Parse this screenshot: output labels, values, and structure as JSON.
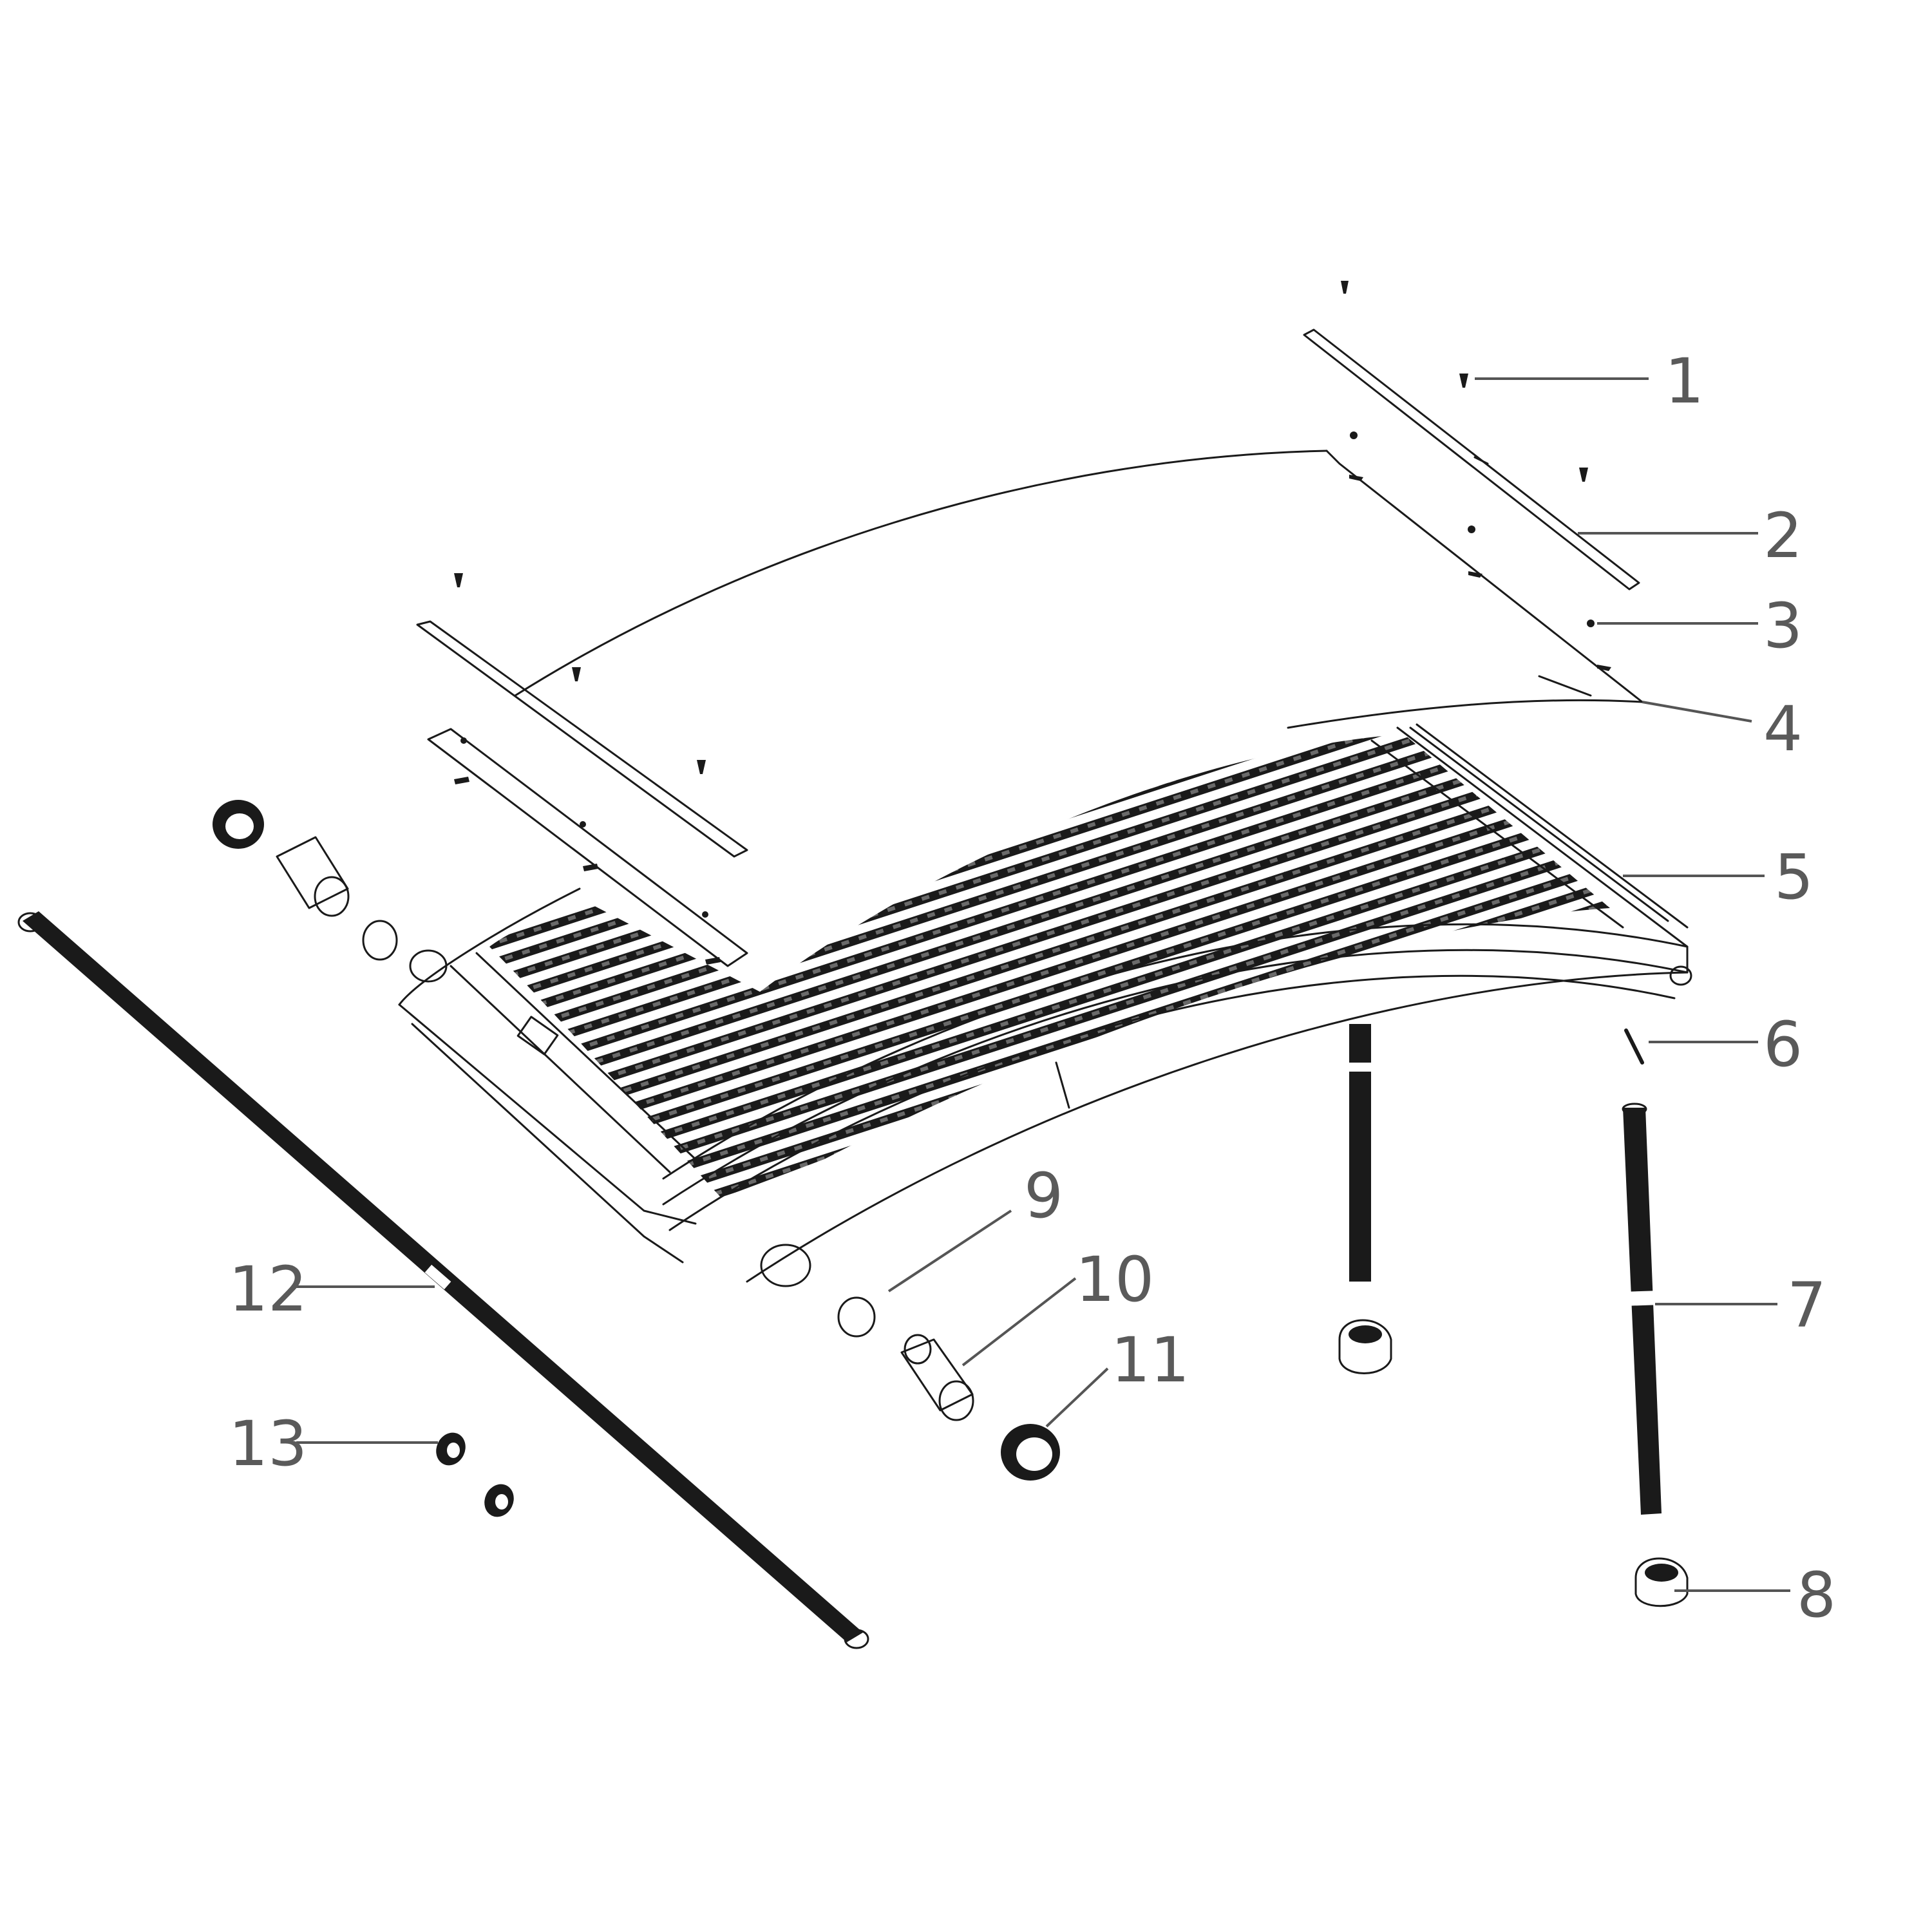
{
  "diagram": {
    "callouts": [
      {
        "id": "1",
        "label": "1"
      },
      {
        "id": "2",
        "label": "2"
      },
      {
        "id": "3",
        "label": "3"
      },
      {
        "id": "4",
        "label": "4"
      },
      {
        "id": "5",
        "label": "5"
      },
      {
        "id": "6",
        "label": "6"
      },
      {
        "id": "7",
        "label": "7"
      },
      {
        "id": "8",
        "label": "8"
      },
      {
        "id": "9",
        "label": "9"
      },
      {
        "id": "10",
        "label": "10"
      },
      {
        "id": "11",
        "label": "11"
      },
      {
        "id": "12",
        "label": "12"
      },
      {
        "id": "13",
        "label": "13"
      }
    ]
  },
  "colors": {
    "line": "#1a1a1a",
    "leader": "#555555",
    "text": "#5a5a5a",
    "background": "#ffffff"
  }
}
